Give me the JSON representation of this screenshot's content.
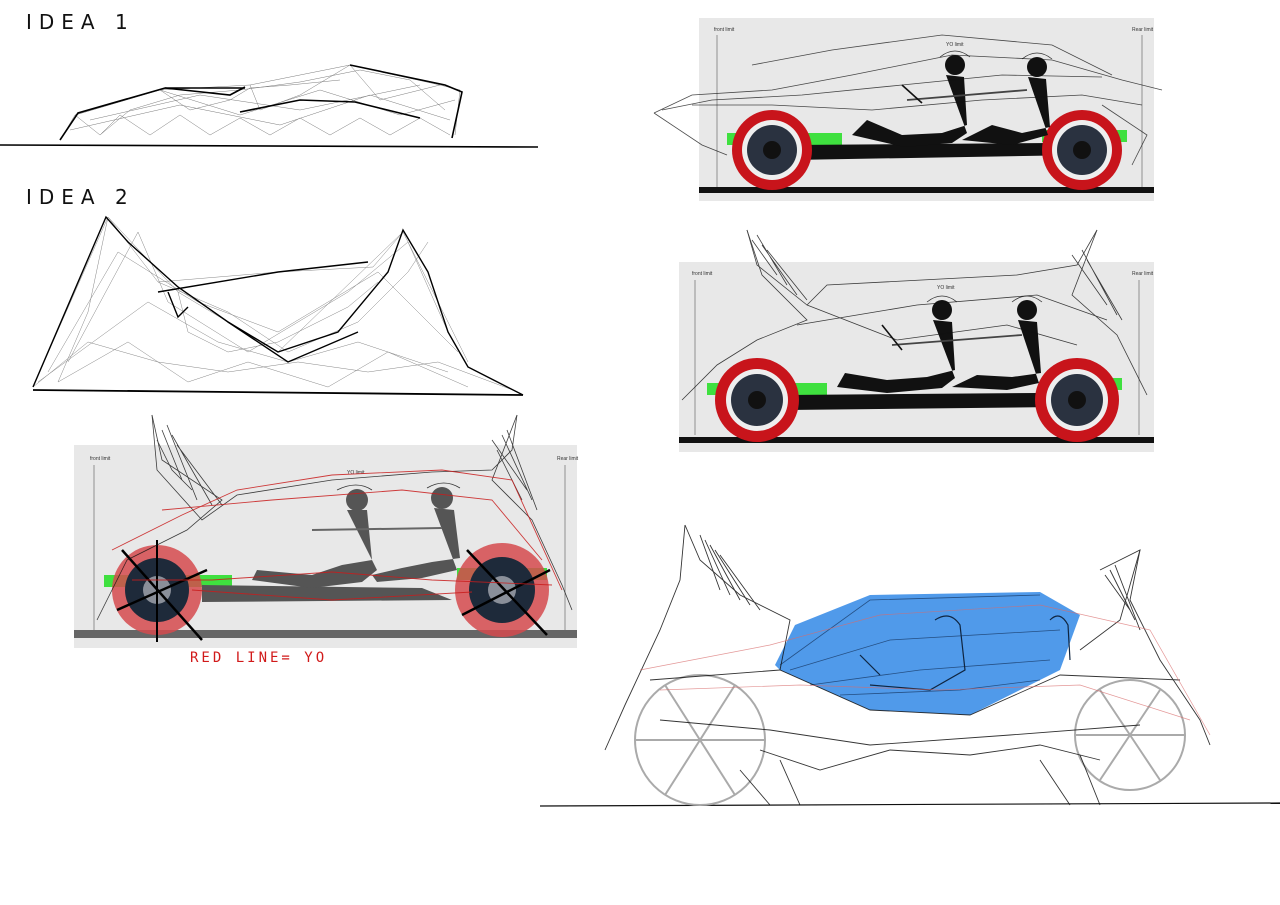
{
  "headings": {
    "idea1": "IDEA 1",
    "idea2": "IDEA 2"
  },
  "package_labels": {
    "front": "front limit",
    "rear": "Rear limit",
    "head_limit": "YO limit"
  },
  "caption": "RED LINE= YO",
  "colors": {
    "ink": "#111111",
    "wheel_red": "#c8141b",
    "mudguard_green": "#3fe03f",
    "canopy_blue": "#3d8fe8",
    "panel_bg": "#e6e6e6",
    "caption_red": "#d11a1a"
  }
}
